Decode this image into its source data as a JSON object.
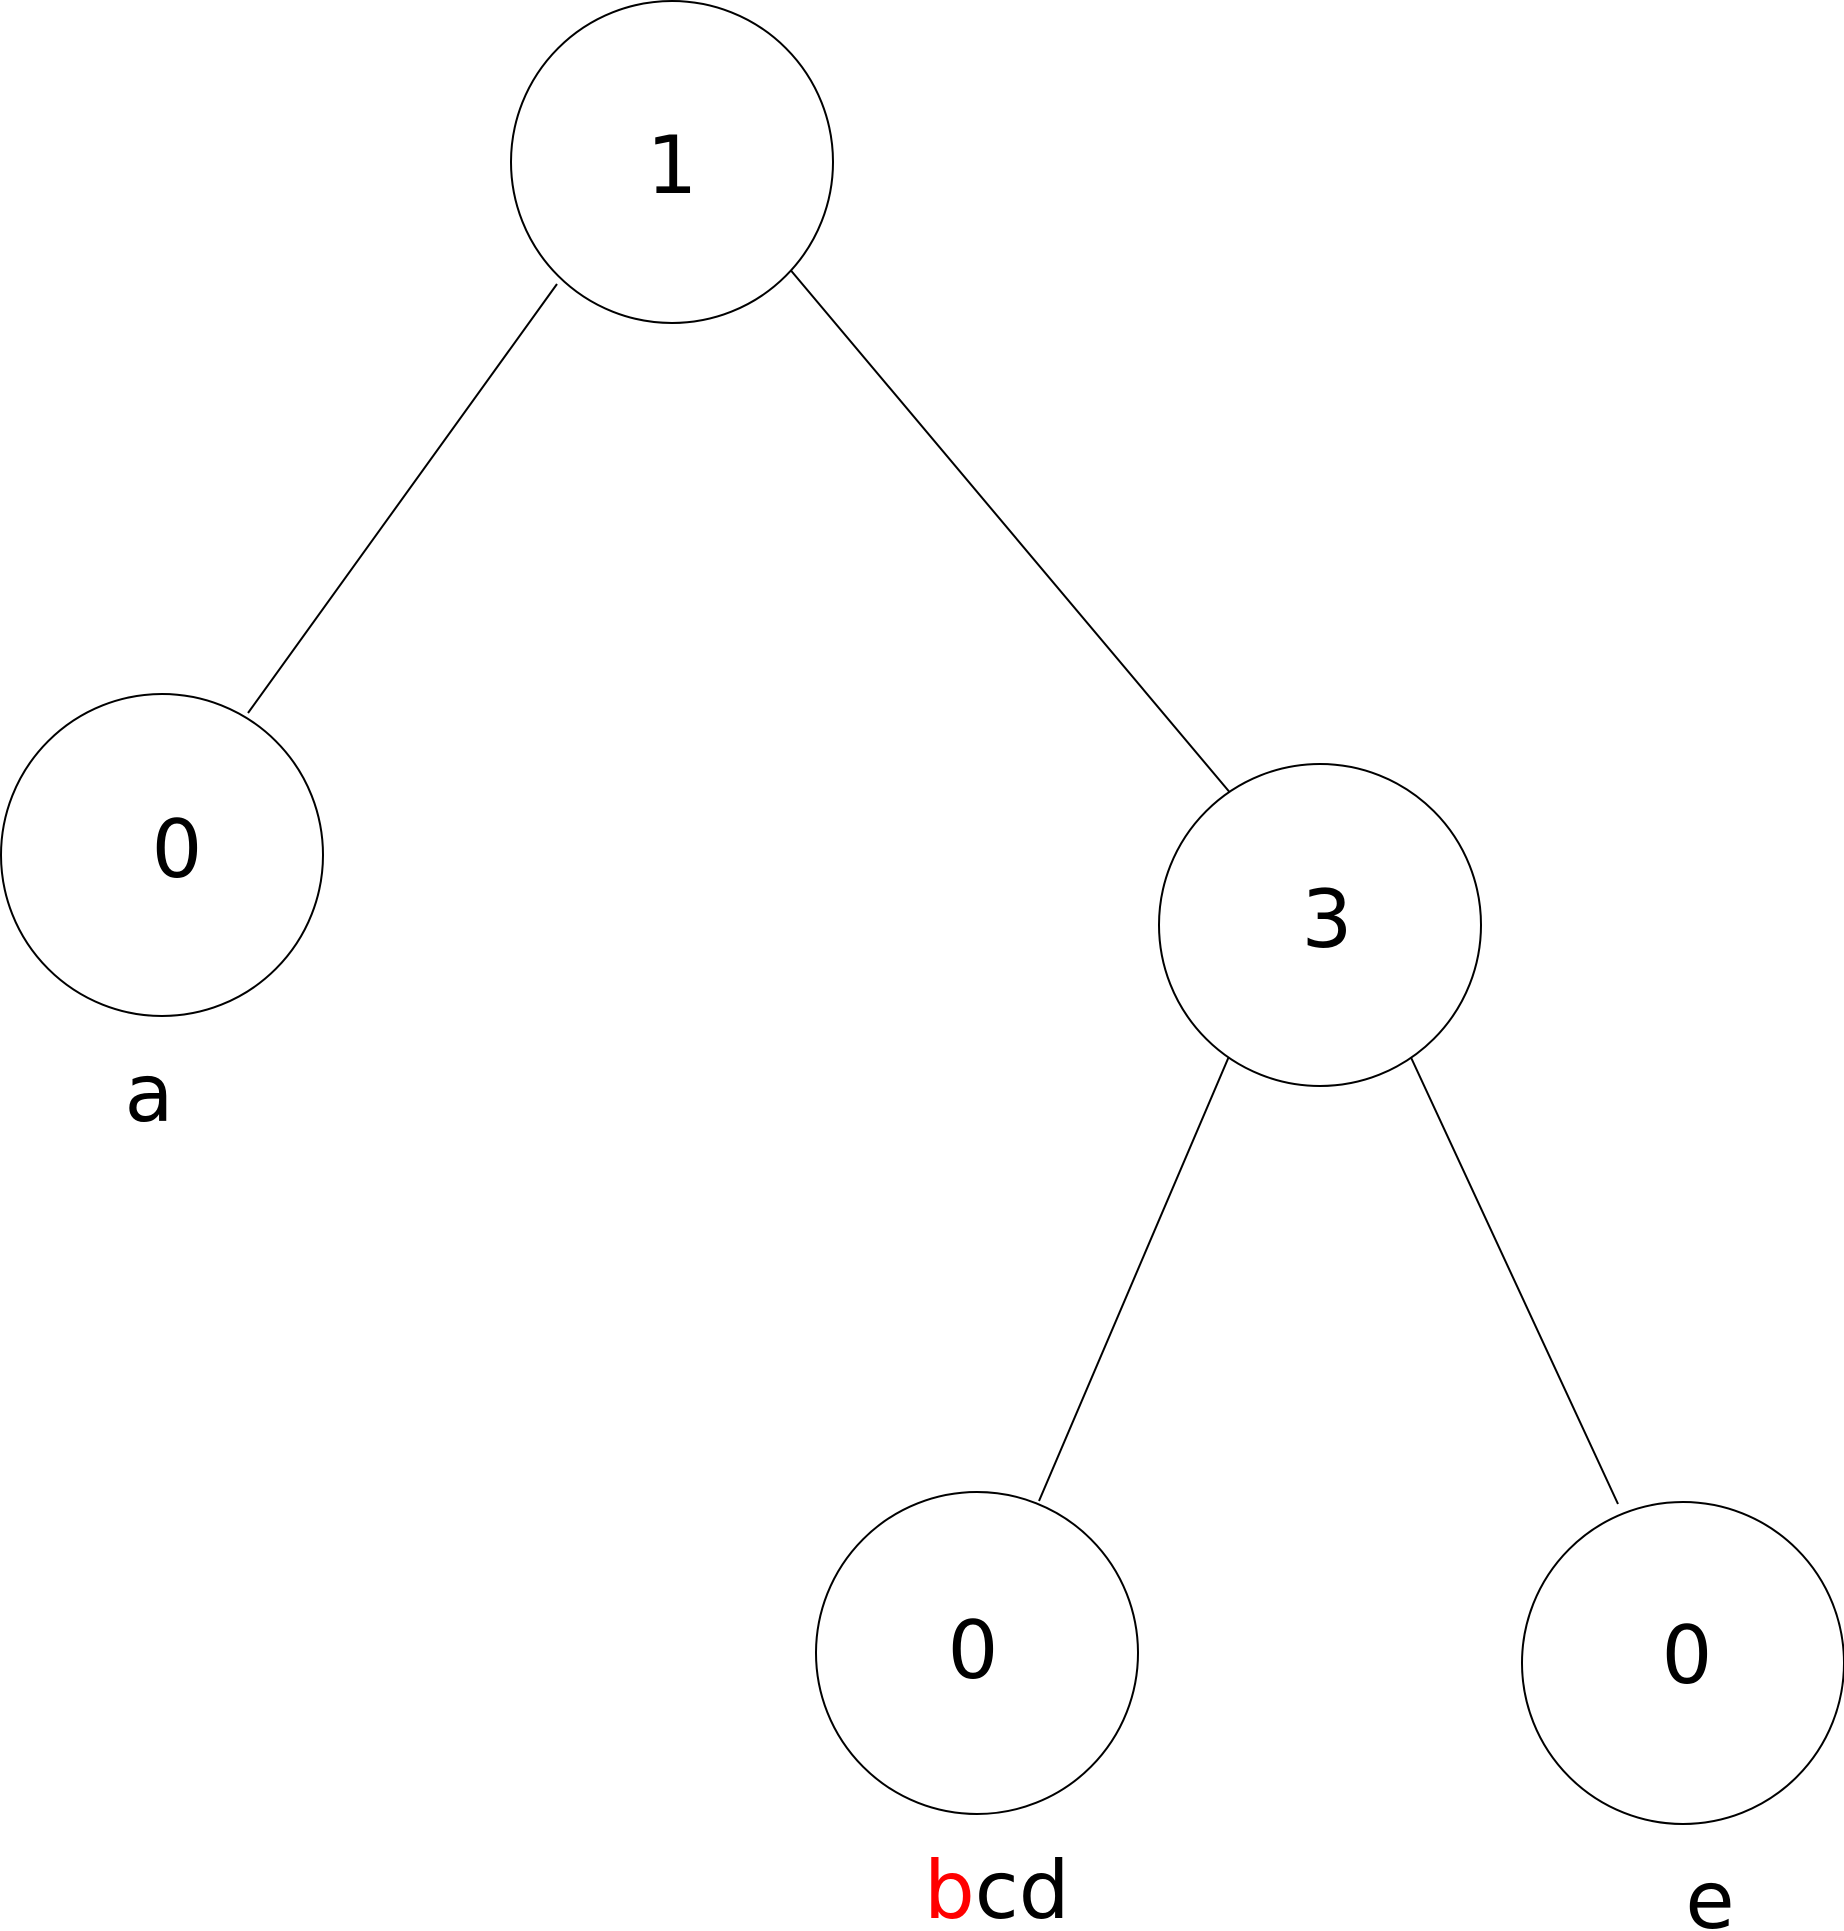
{
  "diagram": {
    "nodes": [
      {
        "id": "root",
        "value": "1"
      },
      {
        "id": "left",
        "value": "0"
      },
      {
        "id": "mid",
        "value": "3"
      },
      {
        "id": "midleft",
        "value": "0"
      },
      {
        "id": "midright",
        "value": "0"
      }
    ],
    "labels": {
      "left": "a",
      "midleft_highlight": "b",
      "midleft_rest": "cd",
      "midright": "e"
    },
    "colors": {
      "line": "#000000",
      "text": "#000000",
      "highlight": "#ff0000"
    }
  }
}
